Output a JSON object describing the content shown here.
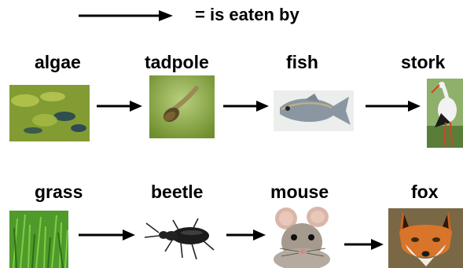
{
  "legend": {
    "text": "= is eaten by"
  },
  "chains": [
    {
      "organisms": [
        {
          "name": "algae",
          "image": "algae-photo"
        },
        {
          "name": "tadpole",
          "image": "tadpole-photo"
        },
        {
          "name": "fish",
          "image": "fish-photo"
        },
        {
          "name": "stork",
          "image": "stork-photo"
        }
      ]
    },
    {
      "organisms": [
        {
          "name": "grass",
          "image": "grass-photo"
        },
        {
          "name": "beetle",
          "image": "beetle-photo"
        },
        {
          "name": "mouse",
          "image": "mouse-photo"
        },
        {
          "name": "fox",
          "image": "fox-photo"
        }
      ]
    }
  ],
  "colors": {
    "arrow": "#000000",
    "text": "#000000"
  }
}
